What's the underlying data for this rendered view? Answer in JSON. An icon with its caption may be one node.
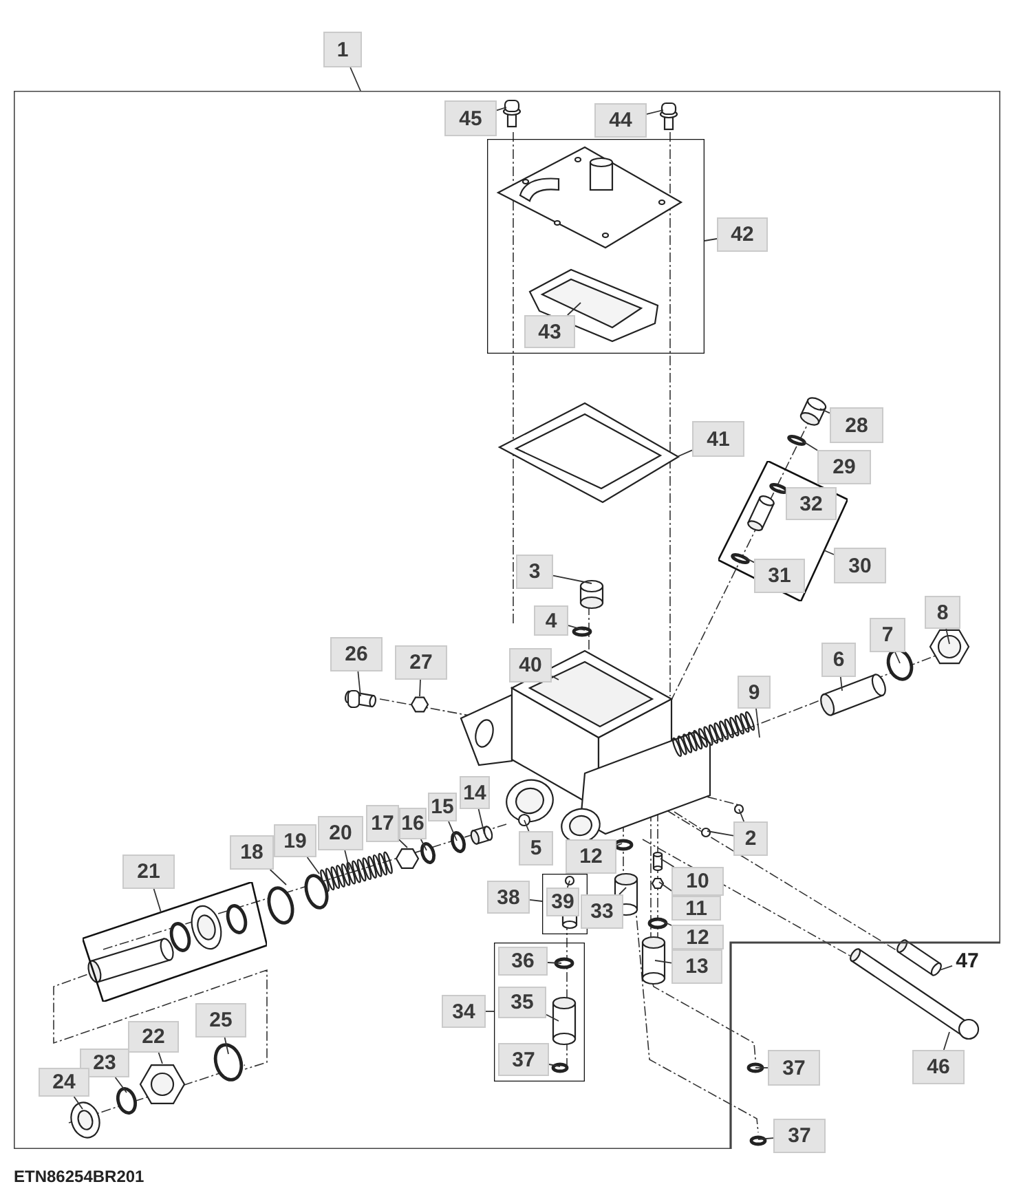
{
  "diagram": {
    "nodes": [
      {
        "text": [],
        "shape": "box"
      },
      {
        "text": [
          "1"
        ]
      },
      {
        "text": [
          "45"
        ],
        "in": 0
      },
      {
        "text": [
          "44"
        ],
        "in": 0
      },
      {
        "text": [],
        "shape": "box",
        "in": 0
      },
      {
        "text": [
          "43"
        ],
        "in": 4
      },
      {
        "text": [
          "42"
        ],
        "in": 0
      },
      {
        "text": [
          "41"
        ],
        "in": 0
      },
      {
        "text": [
          "28"
        ],
        "in": 0
      },
      {
        "text": [
          "29"
        ],
        "in": 0
      },
      {
        "text": [],
        "shape": "box",
        "in": 0
      },
      {
        "text": [
          "32"
        ],
        "in": 10
      },
      {
        "text": [
          "31"
        ],
        "in": 10
      },
      {
        "text": [
          "30"
        ],
        "in": 0
      },
      {
        "text": [
          "3"
        ],
        "in": 0
      },
      {
        "text": [
          "8"
        ],
        "in": 0
      },
      {
        "text": [
          "4"
        ],
        "in": 0
      },
      {
        "text": [
          "7"
        ],
        "in": 0
      },
      {
        "text": [
          "40"
        ],
        "in": 0
      },
      {
        "text": [
          "6"
        ],
        "in": 0
      },
      {
        "text": [
          "26"
        ],
        "in": 0
      },
      {
        "text": [
          "27"
        ],
        "in": 0
      },
      {
        "text": [
          "9"
        ],
        "in": 0
      },
      {
        "text": [
          "14"
        ],
        "in": 0
      },
      {
        "text": [
          "15"
        ],
        "in": 0
      },
      {
        "text": [
          "16"
        ],
        "in": 0
      },
      {
        "text": [
          "17"
        ],
        "in": 0
      },
      {
        "text": [
          "20"
        ],
        "in": 0
      },
      {
        "text": [
          "19"
        ],
        "in": 0
      },
      {
        "text": [
          "18"
        ],
        "in": 0
      },
      {
        "text": [
          "21"
        ],
        "in": 0
      },
      {
        "text": [
          "2"
        ],
        "in": 0
      },
      {
        "text": [],
        "shape": "box",
        "in": 0
      },
      {
        "text": [
          "5"
        ],
        "in": 0
      },
      {
        "text": [
          "12"
        ],
        "in": 0
      },
      {
        "text": [
          "10"
        ],
        "in": 0
      },
      {
        "text": [],
        "shape": "box",
        "in": 0
      },
      {
        "text": [
          "38"
        ],
        "in": 0
      },
      {
        "text": [
          "39"
        ],
        "in": 36
      },
      {
        "text": [
          "33"
        ],
        "in": 0
      },
      {
        "text": [
          "11"
        ],
        "in": 0
      },
      {
        "text": [
          "12"
        ],
        "in": 0
      },
      {
        "text": [
          "13"
        ],
        "in": 0
      },
      {
        "text": [
          "47"
        ]
      },
      {
        "text": [],
        "shape": "box",
        "in": 0
      },
      {
        "text": [
          "36"
        ],
        "in": 44
      },
      {
        "text": [
          "34"
        ],
        "in": 0
      },
      {
        "text": [
          "35"
        ],
        "in": 44
      },
      {
        "text": [
          "37"
        ],
        "in": 44
      },
      {
        "text": [
          "25"
        ],
        "in": 0
      },
      {
        "text": [
          "22"
        ],
        "in": 0
      },
      {
        "text": [
          "23"
        ],
        "in": 0
      },
      {
        "text": [
          "24"
        ],
        "in": 0
      },
      {
        "text": [
          "46"
        ]
      },
      {
        "text": [
          "37"
        ]
      },
      {
        "text": [
          "37"
        ]
      },
      {
        "text": [],
        "shape": "cylinder",
        "in": 0
      },
      {
        "text": [],
        "shape": "circle",
        "in": 0
      },
      {
        "text": [],
        "shape": "circle",
        "in": 0
      },
      {
        "text": [],
        "shape": "circle",
        "in": 0
      }
    ],
    "edges": [
      {
        "from": 1,
        "to": 0,
        "arrow": "none"
      },
      {
        "from": 2,
        "to": null,
        "arrow": "none"
      },
      {
        "from": 3,
        "to": null,
        "arrow": "none"
      },
      {
        "from": 6,
        "to": 4,
        "arrow": "none"
      },
      {
        "from": 5,
        "to": null,
        "arrow": "none"
      },
      {
        "from": 7,
        "to": null,
        "arrow": "none"
      },
      {
        "from": 8,
        "to": null,
        "arrow": "none"
      },
      {
        "from": 9,
        "to": null,
        "arrow": "none"
      },
      {
        "from": 11,
        "to": null,
        "arrow": "none"
      },
      {
        "from": 13,
        "to": 10,
        "arrow": "none"
      },
      {
        "from": 12,
        "to": null,
        "arrow": "none"
      },
      {
        "from": 14,
        "to": 56,
        "arrow": "none"
      },
      {
        "from": 15,
        "to": null,
        "arrow": "none"
      },
      {
        "from": 16,
        "to": null,
        "arrow": "none"
      },
      {
        "from": 17,
        "to": null,
        "arrow": "none"
      },
      {
        "from": 18,
        "to": null,
        "arrow": "none"
      },
      {
        "from": 19,
        "to": null,
        "arrow": "none"
      },
      {
        "from": 20,
        "to": null,
        "arrow": "none"
      },
      {
        "from": 21,
        "to": null,
        "arrow": "none"
      },
      {
        "from": 22,
        "to": null,
        "arrow": "none"
      },
      {
        "from": 23,
        "to": null,
        "arrow": "none"
      },
      {
        "from": 24,
        "to": null,
        "arrow": "none"
      },
      {
        "from": 25,
        "to": null,
        "arrow": "none"
      },
      {
        "from": 26,
        "to": null,
        "arrow": "none"
      },
      {
        "from": 27,
        "to": null,
        "arrow": "none"
      },
      {
        "from": 28,
        "to": 59,
        "arrow": "none"
      },
      {
        "from": 29,
        "to": 57,
        "arrow": "none"
      },
      {
        "from": 30,
        "to": 32,
        "arrow": "none"
      },
      {
        "from": 31,
        "to": null,
        "arrow": "none"
      },
      {
        "from": 31,
        "to": null,
        "arrow": "none"
      },
      {
        "from": 33,
        "to": null,
        "arrow": "none"
      },
      {
        "from": 34,
        "to": null,
        "arrow": "none"
      },
      {
        "from": 35,
        "to": null,
        "arrow": "none"
      },
      {
        "from": 37,
        "to": 36,
        "arrow": "none"
      },
      {
        "from": 38,
        "to": null,
        "arrow": "none"
      },
      {
        "from": 39,
        "to": null,
        "arrow": "none"
      },
      {
        "from": 40,
        "to": null,
        "arrow": "none"
      },
      {
        "from": 41,
        "to": 58,
        "arrow": "none"
      },
      {
        "from": 42,
        "to": null,
        "arrow": "none"
      },
      {
        "from": 43,
        "to": null,
        "arrow": "none"
      },
      {
        "from": 46,
        "to": 44,
        "arrow": "none"
      },
      {
        "from": 45,
        "to": null,
        "arrow": "none"
      },
      {
        "from": 47,
        "to": null,
        "arrow": "none"
      },
      {
        "from": 48,
        "to": null,
        "arrow": "none"
      },
      {
        "from": 49,
        "to": null,
        "arrow": "none"
      },
      {
        "from": 50,
        "to": null,
        "arrow": "none"
      },
      {
        "from": 51,
        "to": null,
        "arrow": "none"
      },
      {
        "from": 52,
        "to": null,
        "arrow": "none"
      },
      {
        "from": 53,
        "to": null,
        "arrow": "none"
      },
      {
        "from": 54,
        "to": null,
        "arrow": "none"
      },
      {
        "from": 55,
        "to": null,
        "arrow": "none"
      }
    ],
    "labels": [
      "ETN86254BR201"
    ]
  }
}
